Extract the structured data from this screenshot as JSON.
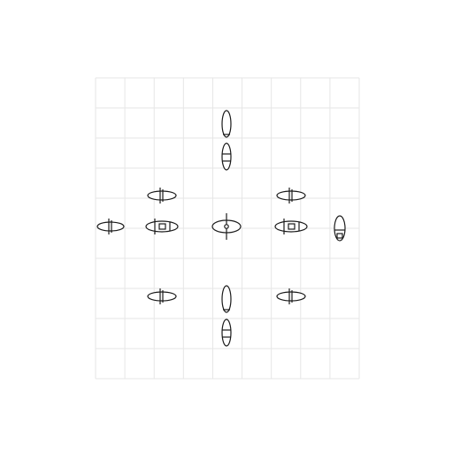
{
  "board": {
    "grid_columns": 9,
    "grid_rows": 10,
    "colors": {
      "background": "#ffffff",
      "grid_line": "#e6e6e6",
      "piece_stroke": "#1a1a1a",
      "piece_fill": "#ffffff"
    }
  },
  "pieces": [
    {
      "name": "piece-vertical-top-1",
      "kind": "capsule",
      "orientation": "vertical",
      "detail": "plain"
    },
    {
      "name": "piece-vertical-top-2",
      "kind": "capsule",
      "orientation": "vertical",
      "detail": "bands"
    },
    {
      "name": "piece-left-upper",
      "kind": "capsule",
      "orientation": "horizontal",
      "detail": "peg"
    },
    {
      "name": "piece-right-upper",
      "kind": "capsule",
      "orientation": "horizontal",
      "detail": "peg"
    },
    {
      "name": "piece-far-left",
      "kind": "capsule",
      "orientation": "horizontal",
      "detail": "peg"
    },
    {
      "name": "piece-left-mid",
      "kind": "capsule",
      "orientation": "horizontal",
      "detail": "box"
    },
    {
      "name": "piece-center",
      "kind": "capsule",
      "orientation": "horizontal",
      "detail": "crossed-center"
    },
    {
      "name": "piece-right-mid",
      "kind": "capsule",
      "orientation": "horizontal",
      "detail": "box"
    },
    {
      "name": "piece-far-right",
      "kind": "capsule",
      "orientation": "vertical",
      "detail": "stand"
    },
    {
      "name": "piece-left-lower",
      "kind": "capsule",
      "orientation": "horizontal",
      "detail": "peg"
    },
    {
      "name": "piece-right-lower",
      "kind": "capsule",
      "orientation": "horizontal",
      "detail": "peg"
    },
    {
      "name": "piece-vertical-bottom-1",
      "kind": "capsule",
      "orientation": "vertical",
      "detail": "plain"
    },
    {
      "name": "piece-vertical-bottom-2",
      "kind": "capsule",
      "orientation": "vertical",
      "detail": "bands"
    }
  ]
}
